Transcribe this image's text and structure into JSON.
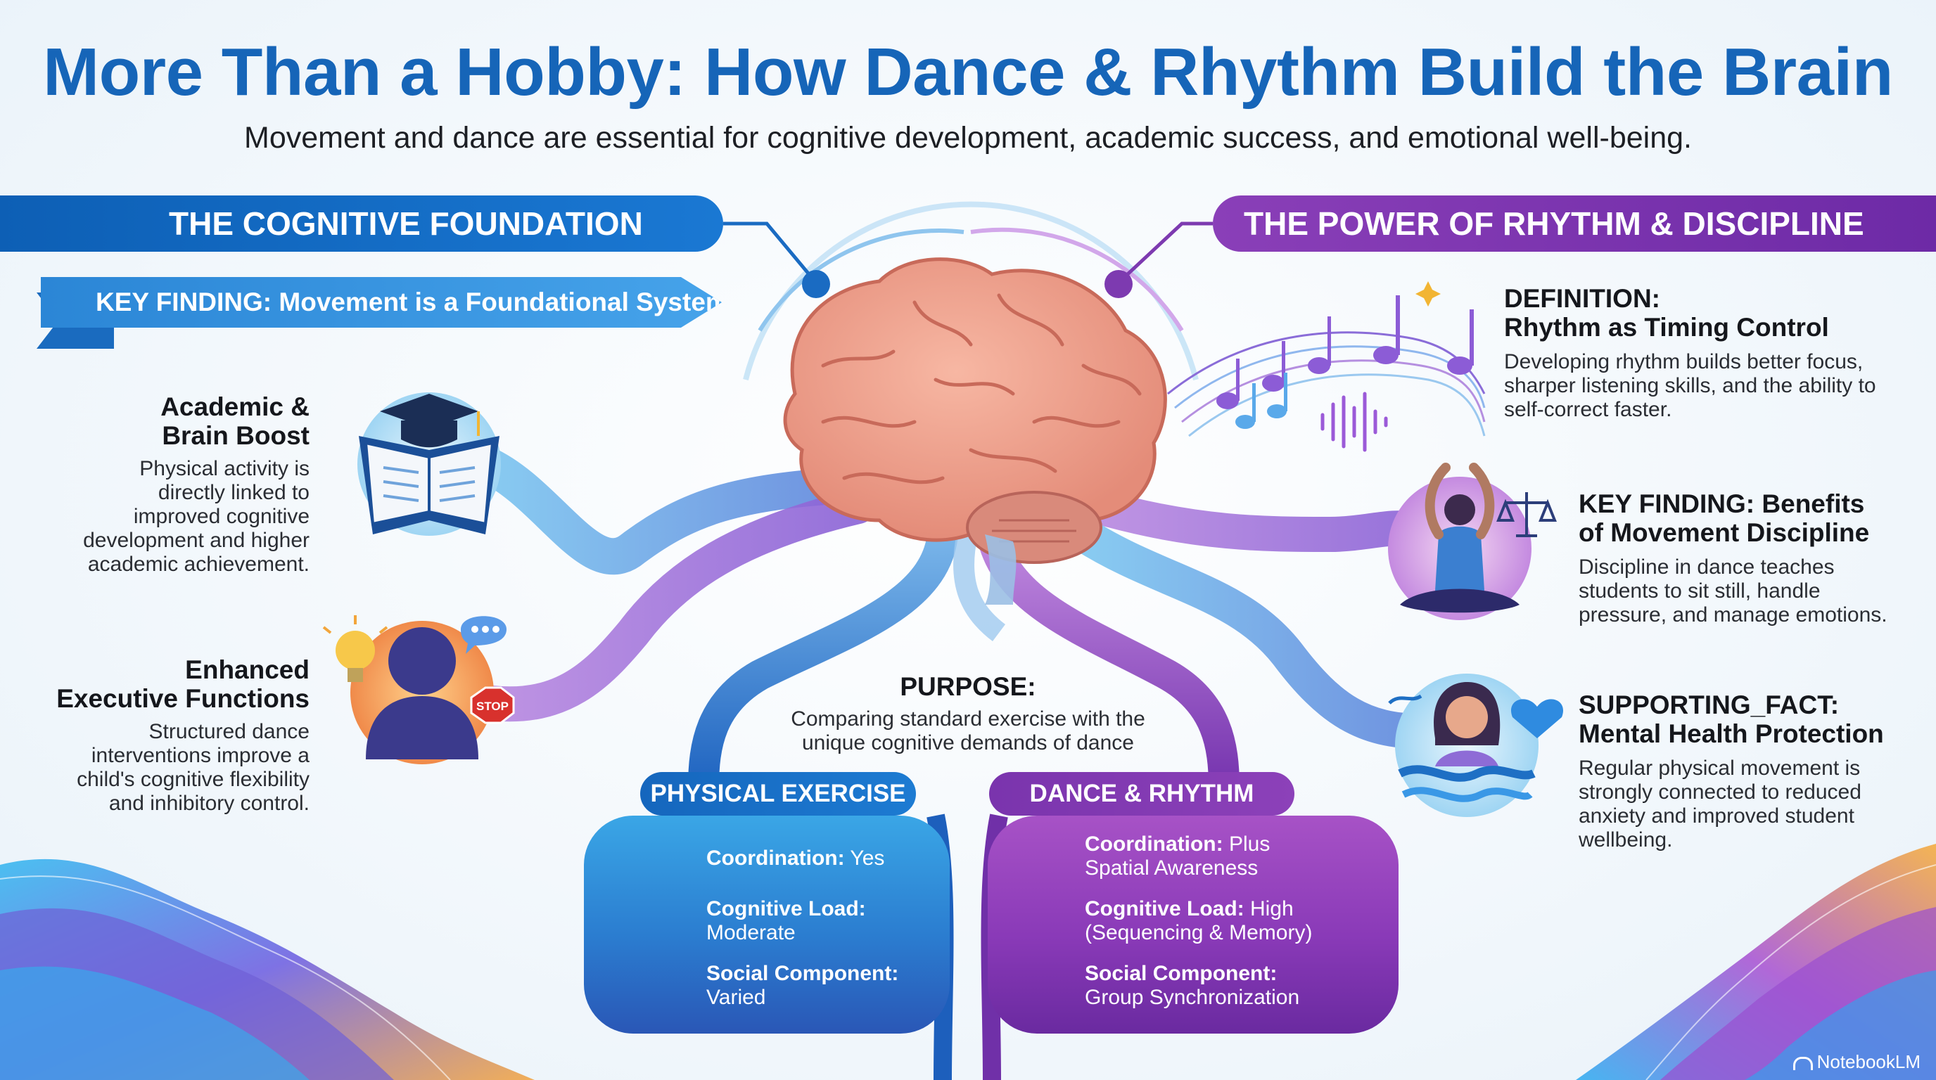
{
  "title": "More Than a Hobby: How Dance & Rhythm Build the Brain",
  "subtitle": "Movement and dance are essential for cognitive development, academic success, and emotional well-being.",
  "left": {
    "banner": "THE COGNITIVE FOUNDATION",
    "ribbon": "KEY FINDING: Movement is a Foundational System",
    "items": [
      {
        "title": [
          "Academic &",
          "Brain Boost"
        ],
        "body": [
          "Physical activity is",
          "directly linked to",
          "improved cognitive",
          "development and higher",
          "academic achievement."
        ]
      },
      {
        "title": [
          "Enhanced",
          "Executive Functions"
        ],
        "body": [
          "Structured dance",
          "interventions improve a",
          "child's cognitive flexibility",
          "and inhibitory control."
        ]
      }
    ]
  },
  "right": {
    "banner": "THE POWER OF RHYTHM & DISCIPLINE",
    "items": [
      {
        "title": [
          "DEFINITION:",
          "Rhythm as Timing Control"
        ],
        "body": [
          "Developing rhythm builds better focus,",
          "sharper listening skills, and the ability to",
          "self-correct faster."
        ]
      },
      {
        "title": [
          "KEY FINDING: Benefits",
          "of Movement Discipline"
        ],
        "body": [
          "Discipline in dance teaches",
          "students to sit still, handle",
          "pressure, and manage emotions."
        ]
      },
      {
        "title": [
          "SUPPORTING_FACT:",
          "Mental Health Protection"
        ],
        "body": [
          "Regular physical movement is",
          "strongly connected to reduced",
          "anxiety and improved student",
          "wellbeing."
        ]
      }
    ]
  },
  "purpose": {
    "title": "PURPOSE:",
    "body": [
      "Comparing standard exercise with the",
      "unique cognitive demands of dance"
    ]
  },
  "comparison": {
    "physical": {
      "label": "PHYSICAL EXERCISE",
      "rows": [
        {
          "key": "Coordination:",
          "value": " Yes",
          "value2": ""
        },
        {
          "key": "Cognitive Load:",
          "value": "",
          "value2": "Moderate"
        },
        {
          "key": "Social Component:",
          "value": "",
          "value2": "Varied"
        }
      ]
    },
    "dance": {
      "label": "DANCE & RHYTHM",
      "rows": [
        {
          "key": "Coordination:",
          "value": " Plus",
          "value2": "Spatial Awareness"
        },
        {
          "key": "Cognitive Load:",
          "value": " High",
          "value2": "(Sequencing & Memory)"
        },
        {
          "key": "Social Component:",
          "value": "",
          "value2": "Group Synchronization"
        }
      ]
    }
  },
  "icons": {
    "left": [
      "graduation-book-icon",
      "child-lightbulb-stop-icon"
    ],
    "right": [
      "music-notes-soundwave-icon",
      "meditation-scale-icon",
      "calm-person-heart-waves-icon"
    ],
    "center": "brain-icon",
    "credit": "notebooklm-logo-icon"
  },
  "credit": "NotebookLM",
  "colors": {
    "blue": "#1665b8",
    "purple": "#7a34ad",
    "brain": "#e99a88"
  }
}
